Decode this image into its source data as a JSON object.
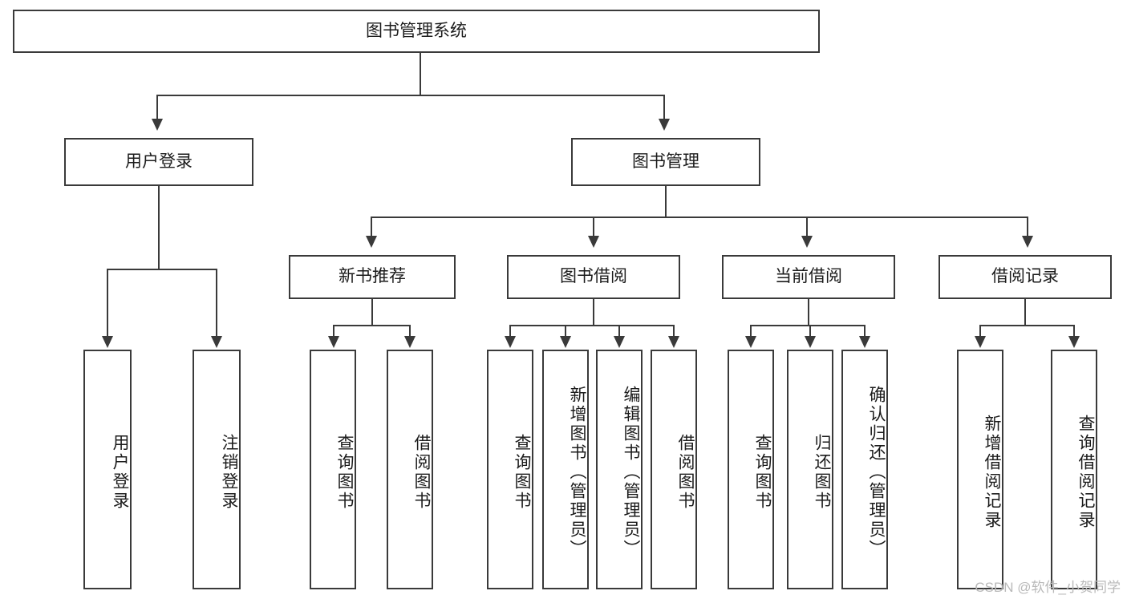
{
  "diagram": {
    "title": "图书管理系统",
    "root": {
      "label": "图书管理系统"
    },
    "level2": [
      {
        "label": "用户登录"
      },
      {
        "label": "图书管理"
      }
    ],
    "level3": [
      {
        "label": "新书推荐"
      },
      {
        "label": "图书借阅"
      },
      {
        "label": "当前借阅"
      },
      {
        "label": "借阅记录"
      }
    ],
    "leaves": {
      "user_login": [
        {
          "label": "用户登录"
        },
        {
          "label": "注销登录"
        }
      ],
      "new_book_recommend": [
        {
          "label": "查询图书"
        },
        {
          "label": "借阅图书"
        }
      ],
      "book_borrow": [
        {
          "label": "查询图书"
        },
        {
          "label": "新增图书（管理员）"
        },
        {
          "label": "编辑图书（管理员）"
        },
        {
          "label": "借阅图书"
        }
      ],
      "current_borrow": [
        {
          "label": "查询图书"
        },
        {
          "label": "归还图书"
        },
        {
          "label": "确认归还（管理员）"
        }
      ],
      "borrow_record": [
        {
          "label": "新增借阅记录"
        },
        {
          "label": "查询借阅记录"
        }
      ]
    }
  },
  "watermark": {
    "text": "CSDN @软件_小贺同学"
  },
  "colors": {
    "stroke": "#3a3a3a",
    "text": "#1b1b1b",
    "background": "#ffffff",
    "watermark": "#b9b9b9"
  }
}
